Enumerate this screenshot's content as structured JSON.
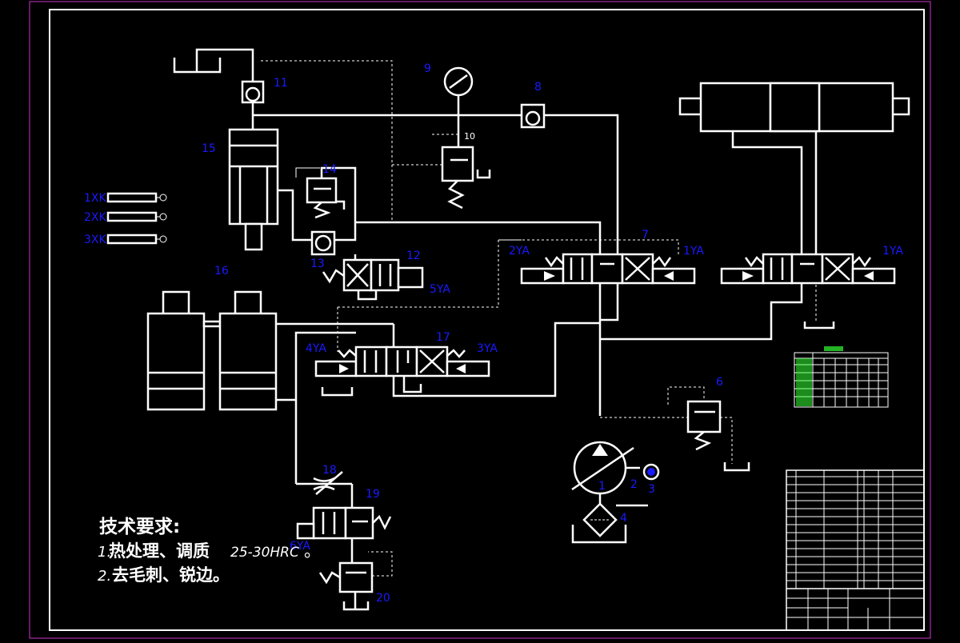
{
  "component_labels": [
    "1",
    "2",
    "3",
    "4",
    "6",
    "7",
    "8",
    "9",
    "10",
    "11",
    "12",
    "13",
    "14",
    "15",
    "16",
    "17",
    "18",
    "19",
    "20"
  ],
  "solenoid_labels": [
    "1YA",
    "2YA",
    "1YA",
    "3YA",
    "4YA",
    "5YA",
    "6YA"
  ],
  "limit_switches": [
    "1XK",
    "2XK",
    "3XK"
  ],
  "tech_notes": {
    "title": "技术要求:",
    "item1_num": "1.",
    "item1_text": "热处理、调质",
    "item1_spec": "25-30HRC",
    "item1_end": "。",
    "item2_num": "2.",
    "item2_text": "去毛刺、锐边。"
  },
  "colors": {
    "background": "#000000",
    "lines": "#ffffff",
    "labels": "#1a1aff",
    "border": "#cc33cc",
    "table_accent": "#33ff33"
  }
}
